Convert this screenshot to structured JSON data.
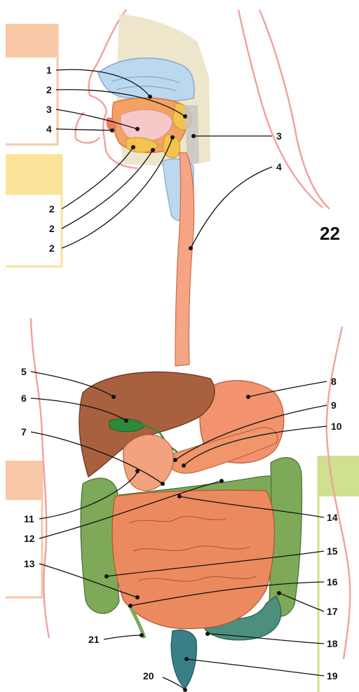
{
  "diagram": {
    "title_number": "22",
    "colors": {
      "skin_outline": "#f2a0a0",
      "nasal": "#bcd8ef",
      "head_bg": "#ece3c4",
      "oral_orange": "#f3a264",
      "salivary": "#f3c24f",
      "tongue": "#f7c8c8",
      "esophagus": "#f5a584",
      "liver": "#a9603f",
      "stomach": "#f2926e",
      "pancreas": "#f0966a",
      "small_intestine": "#ec8a5f",
      "colon": "#7ea958",
      "rectum": "#3a7f86",
      "bile": "#2d8a3a",
      "answer_box_orange": "#f8c8a6",
      "answer_box_yellow": "#fbe39a",
      "answer_box_green": "#cfe08f"
    },
    "labels": [
      {
        "id": "l1",
        "text": "1"
      },
      {
        "id": "l2",
        "text": "2"
      },
      {
        "id": "l3",
        "text": "3"
      },
      {
        "id": "l4",
        "text": "4"
      },
      {
        "id": "l5",
        "text": "3"
      },
      {
        "id": "l6",
        "text": "4"
      },
      {
        "id": "l7",
        "text": "2"
      },
      {
        "id": "l8",
        "text": "2"
      },
      {
        "id": "l9",
        "text": "2"
      },
      {
        "id": "l10",
        "text": "5"
      },
      {
        "id": "l11",
        "text": "6"
      },
      {
        "id": "l12",
        "text": "7"
      },
      {
        "id": "l13",
        "text": "8"
      },
      {
        "id": "l14",
        "text": "9"
      },
      {
        "id": "l15",
        "text": "10"
      },
      {
        "id": "l16",
        "text": "11"
      },
      {
        "id": "l17",
        "text": "12"
      },
      {
        "id": "l18",
        "text": "13"
      },
      {
        "id": "l19",
        "text": "14"
      },
      {
        "id": "l20",
        "text": "15"
      },
      {
        "id": "l21",
        "text": "16"
      },
      {
        "id": "l22",
        "text": "17"
      },
      {
        "id": "l23",
        "text": "18"
      },
      {
        "id": "l24",
        "text": "19"
      },
      {
        "id": "l25",
        "text": "20"
      },
      {
        "id": "l26",
        "text": "21"
      }
    ]
  }
}
